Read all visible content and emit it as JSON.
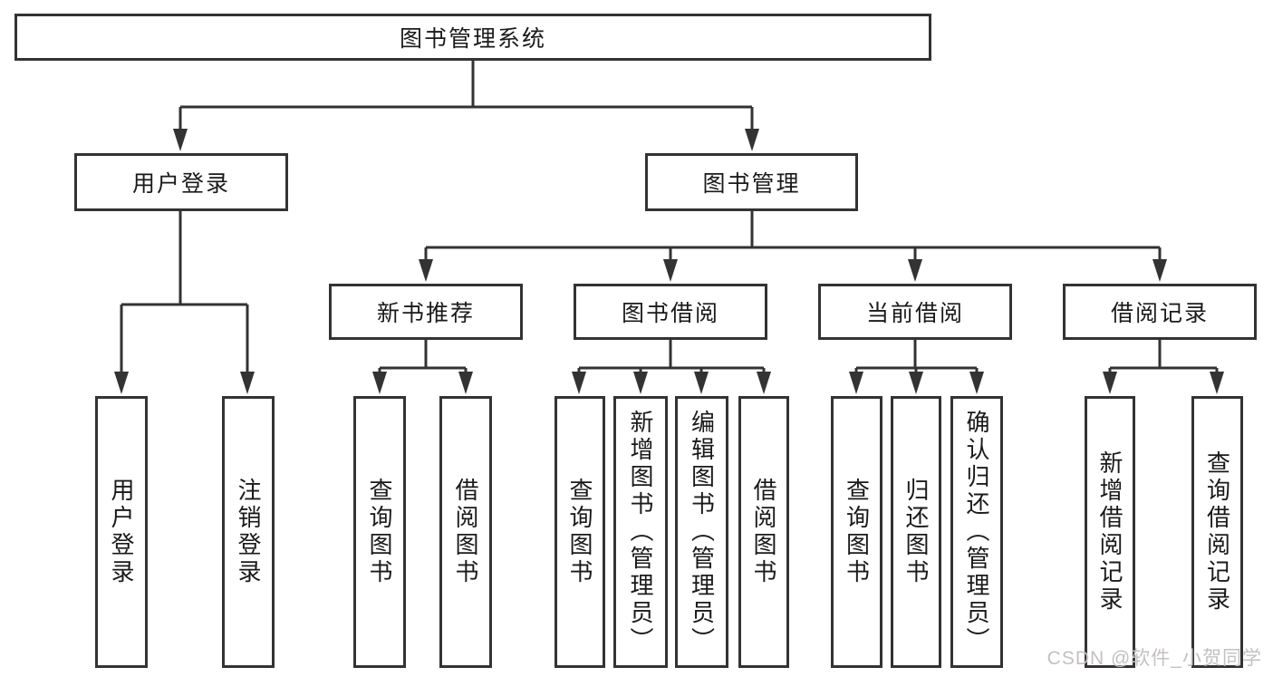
{
  "tree": {
    "label": "图书管理系统",
    "children": [
      {
        "label": "用户登录",
        "children": [
          {
            "label": "用户登录"
          },
          {
            "label": "注销登录"
          }
        ]
      },
      {
        "label": "图书管理",
        "children": [
          {
            "label": "新书推荐",
            "children": [
              {
                "label": "查询图书"
              },
              {
                "label": "借阅图书"
              }
            ]
          },
          {
            "label": "图书借阅",
            "children": [
              {
                "label": "查询图书"
              },
              {
                "label": "新增图书（管理员）"
              },
              {
                "label": "编辑图书（管理员）"
              },
              {
                "label": "借阅图书"
              }
            ]
          },
          {
            "label": "当前借阅",
            "children": [
              {
                "label": "查询图书"
              },
              {
                "label": "归还图书"
              },
              {
                "label": "确认归还（管理员）"
              }
            ]
          },
          {
            "label": "借阅记录",
            "children": [
              {
                "label": "新增借阅记录"
              },
              {
                "label": "查询借阅记录"
              }
            ]
          }
        ]
      }
    ]
  },
  "watermark": {
    "text": "CSDN @软件_小贺同学"
  },
  "colors": {
    "line": "#333333",
    "text": "#1a1a1a",
    "background": "#ffffff",
    "watermark": "#c4c0c0"
  }
}
